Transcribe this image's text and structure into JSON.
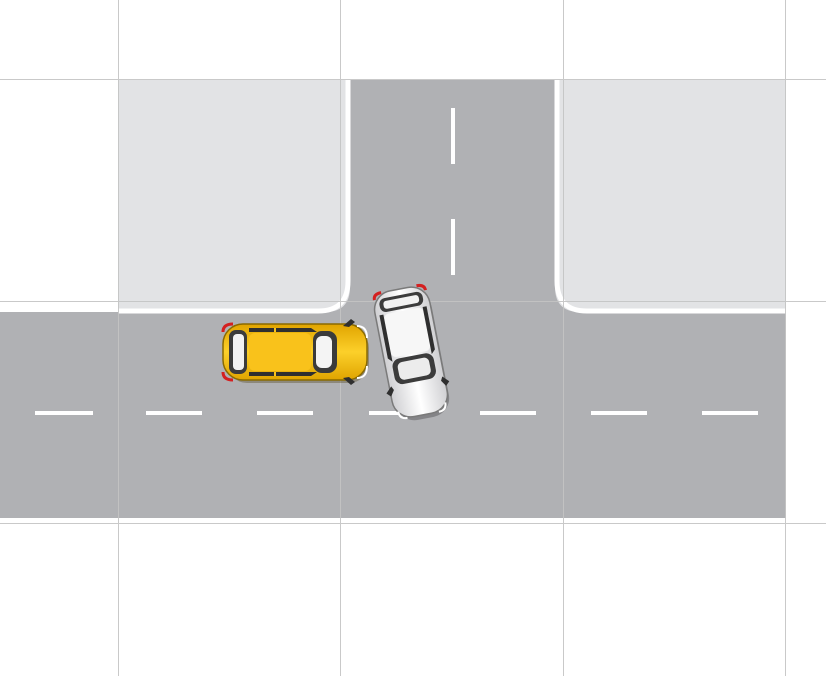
{
  "scene": {
    "type": "intersection-diagram",
    "intersection": "T-junction",
    "colors": {
      "background": "#ffffff",
      "grid_line": "#c4c4c4",
      "sidewalk": "#e2e3e5",
      "road": "#b0b1b4",
      "lane_marking": "#ffffff",
      "curb": "#ffffff"
    },
    "vehicles": [
      {
        "name": "yellow-car",
        "body_color": "#f8c21a",
        "heading": "east"
      },
      {
        "name": "white-car",
        "body_color": "#f4f4f4",
        "heading": "south"
      }
    ]
  }
}
